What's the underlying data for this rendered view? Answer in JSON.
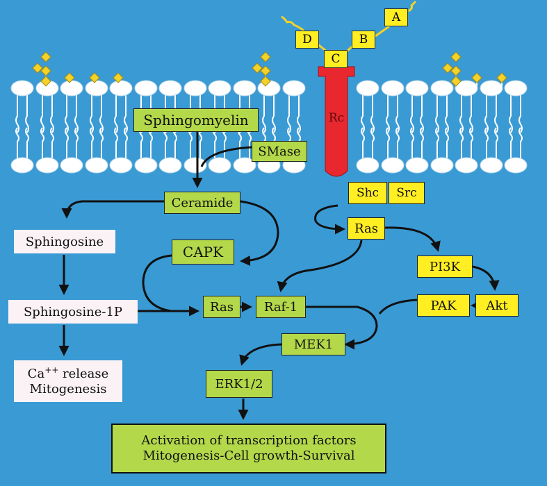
{
  "colors": {
    "background": "#3a9ad4",
    "lipid_head": "#ffffff",
    "sugar": "#f3d22a",
    "receptor": "#e8272f",
    "green_box": "#b3d94a",
    "yellow_box": "#ffee22",
    "pink_box": "#fbf2f6",
    "arrow": "#111111"
  },
  "receptor": {
    "label": "Rc",
    "subunits": {
      "a": "A",
      "b": "B",
      "c": "C",
      "d": "D"
    }
  },
  "nodes": {
    "sphingomyelin": "Sphingomyelin",
    "smase": "SMase",
    "ceramide": "Ceramide",
    "sphingosine": "Sphingosine",
    "sphingosine_1p": "Sphingosine-1P",
    "ca_release": {
      "prefix": "Ca",
      "superscript": "++",
      "suffix": " release",
      "line2": "Mitogenesis"
    },
    "capk": "CAPK",
    "shc": "Shc",
    "src": "Src",
    "ras_top": "Ras",
    "pi3k": "PI3K",
    "ras_mid": "Ras",
    "raf1": "Raf-1",
    "pak": "PAK",
    "akt": "Akt",
    "mek1": "MEK1",
    "erk": "ERK1/2",
    "outcome": {
      "line1": "Activation of transcription factors",
      "line2": "Mitogenesis-Cell growth-Survival"
    }
  }
}
